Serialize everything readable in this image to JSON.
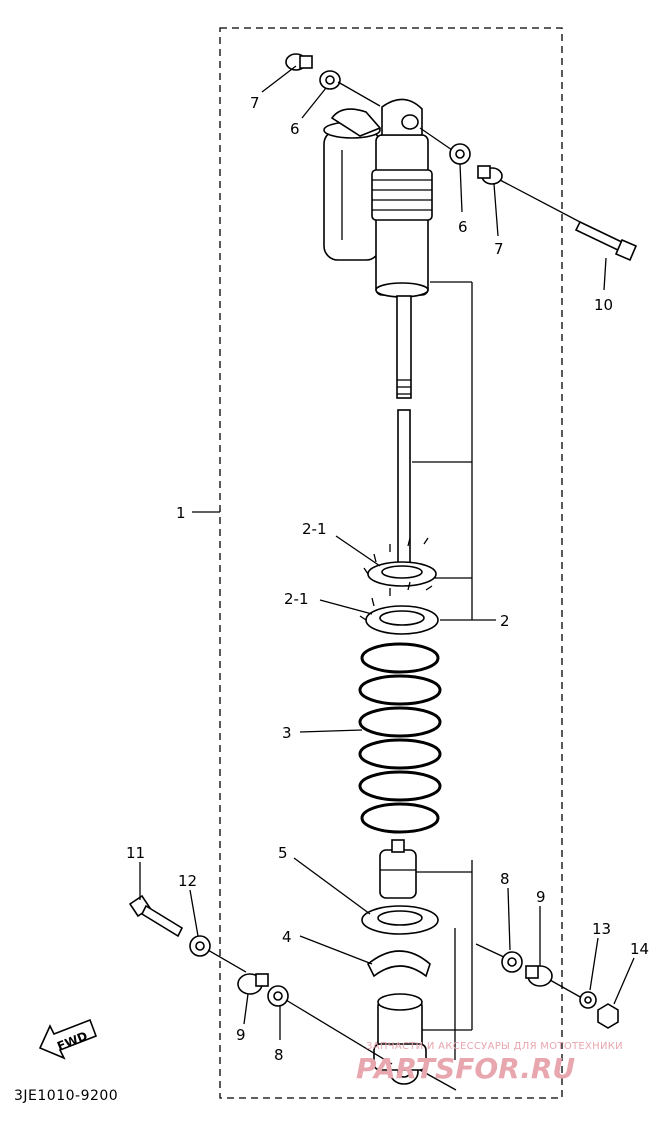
{
  "labels": {
    "l1": "1",
    "l2": "2",
    "l2_1a": "2-1",
    "l2_1b": "2-1",
    "l3": "3",
    "l4": "4",
    "l5": "5",
    "l6a": "6",
    "l6b": "6",
    "l7a": "7",
    "l7b": "7",
    "l8a": "8",
    "l8b": "8",
    "l9a": "9",
    "l9b": "9",
    "l10": "10",
    "l11": "11",
    "l12": "12",
    "l13": "13",
    "l14": "14"
  },
  "fwd": "FWD",
  "diagram_code": "3JE1010-9200",
  "watermark": {
    "tagline": "ЗАПЧАСТИ И АКСЕССУАРЫ ДЛЯ МОТОТЕХНИКИ",
    "brand": "PARTSFOR.RU",
    "color": "#e8a6ae"
  }
}
